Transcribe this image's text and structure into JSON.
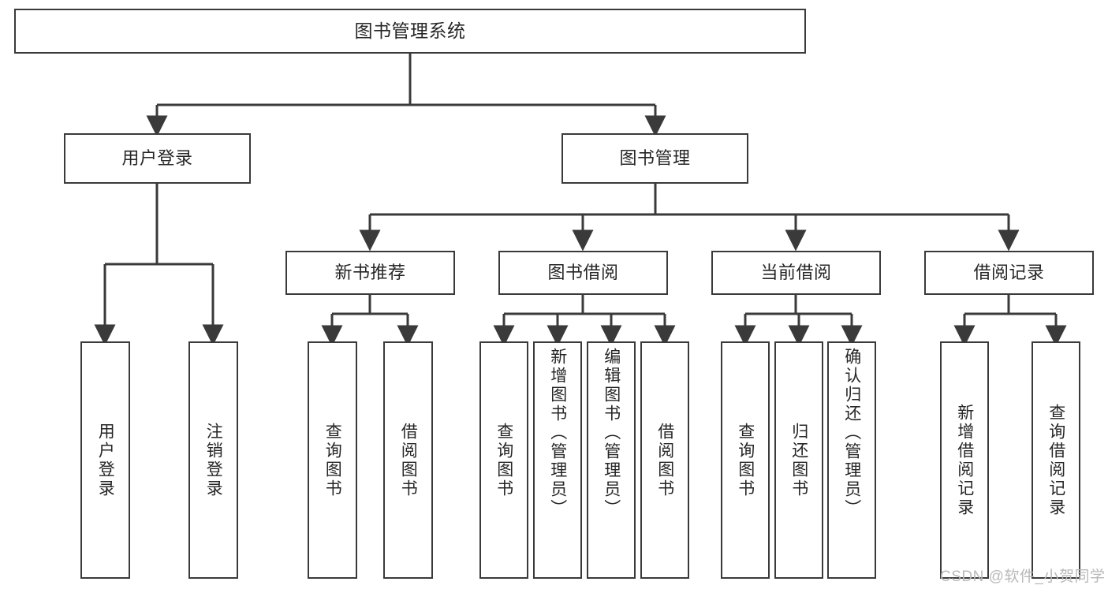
{
  "diagram": {
    "title": "图书管理系统",
    "type": "hierarchy-tree",
    "colors": {
      "background": "#ffffff",
      "box_border": "#3a3a3a",
      "box_fill": "#ffffff",
      "text": "#262626",
      "connector": "#3a3a3a",
      "watermark": "#b9b9b9"
    },
    "root": {
      "label": "图书管理系统"
    },
    "branches": [
      {
        "label": "用户登录"
      },
      {
        "label": "图书管理"
      }
    ],
    "subbranches": [
      {
        "label": "新书推荐"
      },
      {
        "label": "图书借阅"
      },
      {
        "label": "当前借阅"
      },
      {
        "label": "借阅记录"
      }
    ],
    "leaves": [
      {
        "label": "用户登录",
        "parent": "用户登录"
      },
      {
        "label": "注销登录",
        "parent": "用户登录"
      },
      {
        "label": "查询图书",
        "parent": "新书推荐"
      },
      {
        "label": "借阅图书",
        "parent": "新书推荐"
      },
      {
        "label": "查询图书",
        "parent": "图书借阅"
      },
      {
        "label": "新增图书（管理员）",
        "parent": "图书借阅"
      },
      {
        "label": "编辑图书（管理员）",
        "parent": "图书借阅"
      },
      {
        "label": "借阅图书",
        "parent": "图书借阅"
      },
      {
        "label": "查询图书",
        "parent": "当前借阅"
      },
      {
        "label": "归还图书",
        "parent": "当前借阅"
      },
      {
        "label": "确认归还（管理员）",
        "parent": "当前借阅"
      },
      {
        "label": "新增借阅记录",
        "parent": "借阅记录"
      },
      {
        "label": "查询借阅记录",
        "parent": "借阅记录"
      }
    ],
    "watermark": "CSDN @软件_小贺同学"
  }
}
